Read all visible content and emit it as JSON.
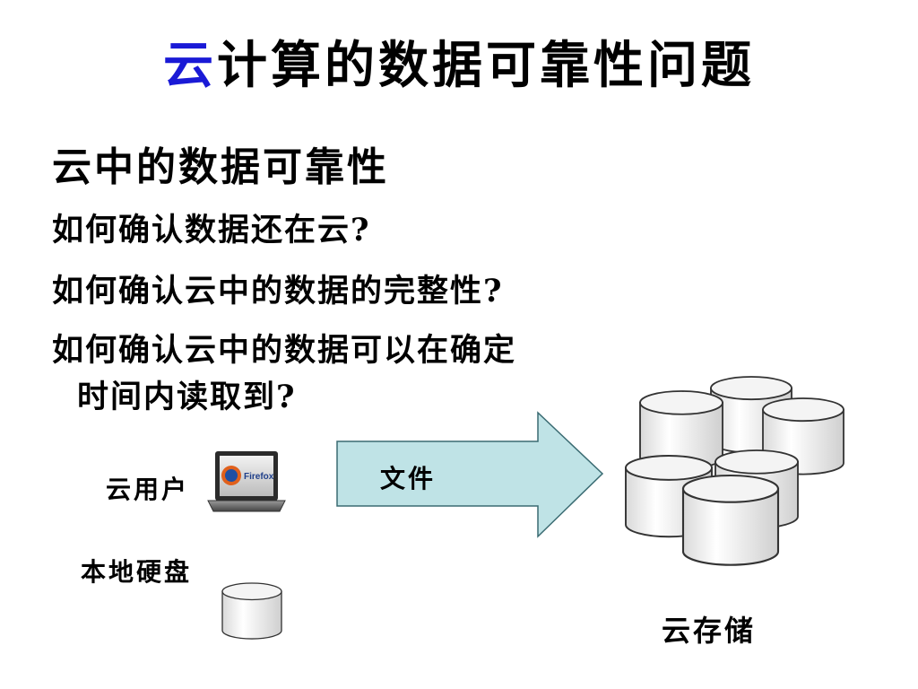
{
  "title": {
    "highlight": "云",
    "rest": "计算的数据可靠性问题"
  },
  "subtitle": "云中的数据可靠性",
  "questions": [
    "如何确认数据还在云?",
    "如何确认云中的数据的完整性?",
    "如何确认云中的数据可以在确定",
    "时间内读取到?"
  ],
  "diagram": {
    "user_label": "云用户",
    "laptop_text": "Firefox",
    "disk_label": "本地硬盘",
    "arrow_label": "文件",
    "storage_label": "云存储"
  },
  "colors": {
    "title_highlight": "#1a1ad6",
    "arrow_fill": "#bfe3e6",
    "arrow_stroke": "#3a6b72"
  }
}
